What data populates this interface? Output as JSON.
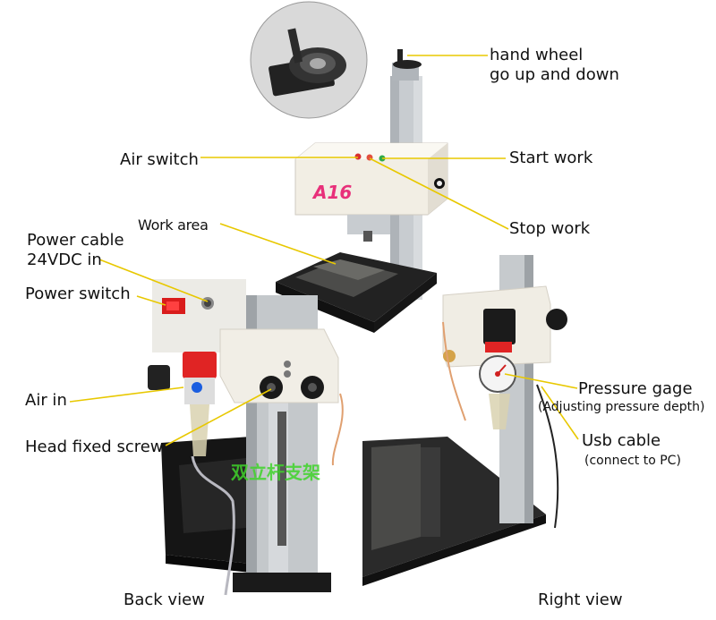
{
  "labels": {
    "hand_wheel_1": "hand wheel",
    "hand_wheel_2": "go up and down",
    "air_switch": "Air switch",
    "start_work": "Start work",
    "stop_work": "Stop work",
    "work_area": "Work area",
    "power_cable_1": "Power cable",
    "power_cable_2": "24VDC in",
    "power_switch": "Power switch",
    "air_in": "Air in",
    "head_fixed_screw": "Head fixed screw",
    "pressure_gage": "Pressure gage",
    "pressure_note": "(Adjusting pressure depth)",
    "usb_cable": "Usb cable",
    "usb_note": "(connect to PC)",
    "back_view": "Back view",
    "right_view": "Right view"
  },
  "machine": {
    "model": "A16",
    "watermark": "双立杆支架"
  },
  "colors": {
    "leader_line": "#e8c800",
    "body_cream": "#f2eee4",
    "model_text": "#e8307a",
    "column": "#bfc3c6",
    "base_black": "#1c1c1c",
    "watermark": "#3fd42a"
  }
}
